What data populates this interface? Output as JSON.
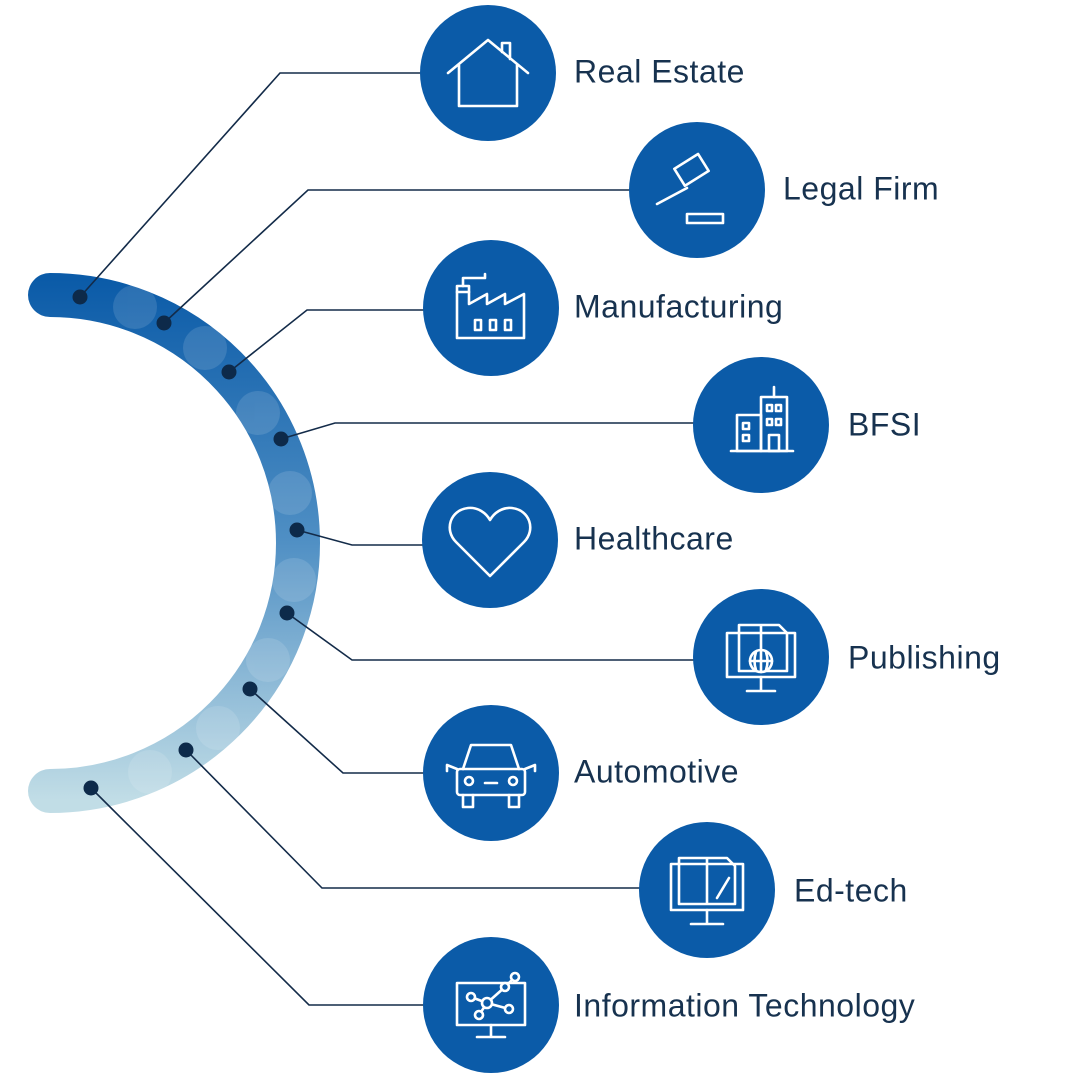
{
  "colors": {
    "circle": "#0b5ba8",
    "text": "#17324f",
    "connector": "#132b49",
    "arc_dark": "#0b5ba8",
    "arc_light": "#c1dde6"
  },
  "items": [
    {
      "label": "Real Estate",
      "icon": "house-icon"
    },
    {
      "label": "Legal Firm",
      "icon": "gavel-icon"
    },
    {
      "label": "Manufacturing",
      "icon": "factory-icon"
    },
    {
      "label": "BFSI",
      "icon": "bank-building-icon"
    },
    {
      "label": "Healthcare",
      "icon": "heart-icon"
    },
    {
      "label": "Publishing",
      "icon": "book-globe-monitor-icon"
    },
    {
      "label": "Automotive",
      "icon": "car-icon"
    },
    {
      "label": "Ed-tech",
      "icon": "ebook-monitor-icon"
    },
    {
      "label": "Information Technology",
      "icon": "network-monitor-icon"
    }
  ]
}
